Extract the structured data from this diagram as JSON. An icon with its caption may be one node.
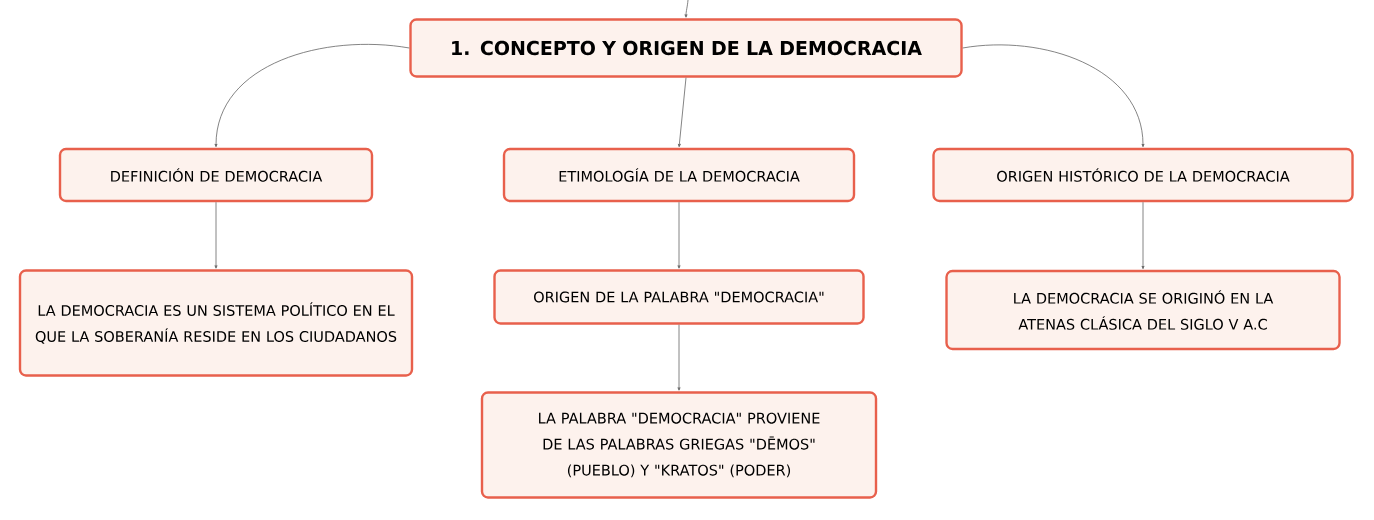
{
  "diagram": {
    "nodes": [
      {
        "text": [
          "1. CONCEPTO Y ORIGEN DE LA DEMOCRACIA"
        ]
      },
      {
        "text": [
          "DEFINICIÓN DE DEMOCRACIA"
        ]
      },
      {
        "text": [
          "ETIMOLOGÍA DE LA DEMOCRACIA"
        ]
      },
      {
        "text": [
          "ORIGEN HISTÓRICO DE LA DEMOCRACIA"
        ]
      },
      {
        "text": [
          "LA DEMOCRACIA ES UN SISTEMA POLÍTICO EN EL QUE LA SOBERANÍA RESIDE EN LOS CIUDADANOS"
        ]
      },
      {
        "text": [
          "ORIGEN DE LA PALABRA \"DEMOCRACIA\""
        ]
      },
      {
        "text": [
          "LA PALABRA \"DEMOCRACIA\" PROVIENE DE LAS PALABRAS GRIEGAS \"DĒMOS\" (PUEBLO) Y \"KRATOS\" (PODER)"
        ]
      },
      {
        "text": [
          "LA DEMOCRACIA SE ORIGINÓ EN LA ATENAS CLÁSICA DEL SIGLO V A.C"
        ]
      }
    ],
    "edges": [
      {
        "from": null,
        "to": 0,
        "arrow": "to"
      },
      {
        "from": 0,
        "to": 1,
        "arrow": "to"
      },
      {
        "from": 0,
        "to": 2,
        "arrow": "to"
      },
      {
        "from": 0,
        "to": 3,
        "arrow": "to"
      },
      {
        "from": 1,
        "to": 4,
        "arrow": "to"
      },
      {
        "from": 2,
        "to": 5,
        "arrow": "to"
      },
      {
        "from": 5,
        "to": 6,
        "arrow": "to"
      },
      {
        "from": 3,
        "to": 7,
        "arrow": "to"
      }
    ]
  }
}
